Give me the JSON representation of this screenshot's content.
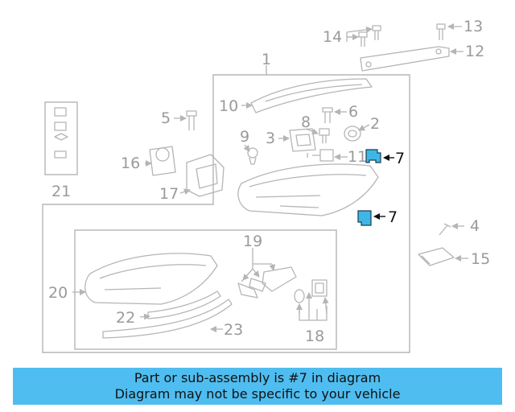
{
  "callouts": {
    "c1": "1",
    "c2": "2",
    "c3": "3",
    "c4": "4",
    "c5": "5",
    "c6": "6",
    "c7a": "7",
    "c7b": "7",
    "c8": "8",
    "c9": "9",
    "c10": "10",
    "c11": "11",
    "c12": "12",
    "c13": "13",
    "c14": "14",
    "c15": "15",
    "c16": "16",
    "c17": "17",
    "c18": "18",
    "c19": "19",
    "c20": "20",
    "c21": "21",
    "c22": "22",
    "c23": "23"
  },
  "highlight_part": "7",
  "banner": {
    "line1": "Part or sub-assembly is #7 in diagram",
    "line2": "Diagram may not be specific to your vehicle"
  },
  "colors": {
    "banner_bg": "#4fbdf0",
    "highlight_part": "#3fb7e6",
    "line_art": "#b5b5b5",
    "callout_text": "#9a9a9a"
  }
}
